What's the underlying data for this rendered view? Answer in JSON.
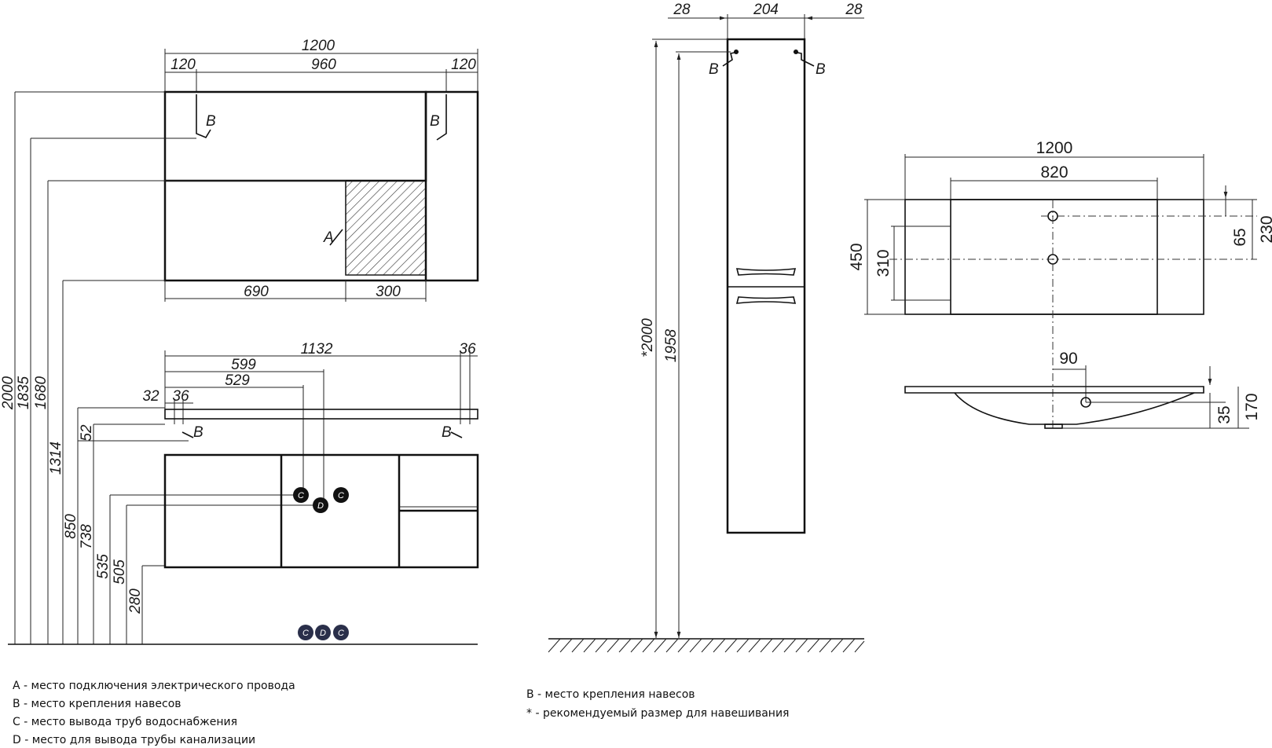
{
  "top_view": {
    "w_total": "1200",
    "w_left": "120",
    "w_mid": "960",
    "w_right": "120",
    "w_690": "690",
    "w_300": "300",
    "label_a": "A",
    "label_b_left": "B",
    "label_b_right": "B"
  },
  "left_heights": [
    "2000",
    "1835",
    "1680",
    "1314",
    "850",
    "738",
    "535",
    "505",
    "280",
    "52"
  ],
  "front_view": {
    "w_1132": "1132",
    "w_36_right": "36",
    "w_599": "599",
    "w_529": "529",
    "w_32": "32",
    "w_36_left": "36",
    "label_b_left": "B",
    "label_b_right": "B"
  },
  "markers": {
    "c": "C",
    "d": "D",
    "floor_c1": "C",
    "floor_d": "D",
    "floor_c2": "C"
  },
  "column": {
    "w_28_left": "28",
    "w_204": "204",
    "w_28_right": "28",
    "h_2000": "*2000",
    "h_1958": "1958",
    "label_b_left": "B",
    "label_b_right": "B"
  },
  "sink": {
    "w_1200": "1200",
    "w_820": "820",
    "d_450": "450",
    "d_310": "310",
    "d_65": "65",
    "d_230": "230",
    "w_90": "90",
    "h_35": "35",
    "h_170": "170"
  },
  "legend_left": [
    "A - место подключения электрического провода",
    "B - место крепления навесов",
    "C - место вывода труб водоснабжения",
    "D - место для вывода трубы канализации"
  ],
  "legend_right": [
    "B - место крепления навесов",
    "* - рекомендуемый размер для навешивания"
  ]
}
